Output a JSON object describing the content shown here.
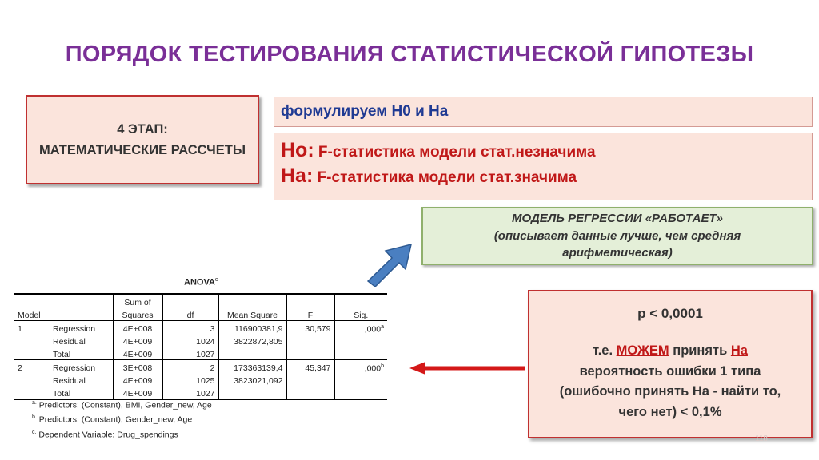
{
  "slide_title": "ПОРЯДОК ТЕСТИРОВАНИЯ СТАТИСТИЧЕСКОЙ ГИПОТЕЗЫ",
  "stage": {
    "line1": "4 ЭТАП:",
    "line2": "МАТЕМАТИЧЕСКИЕ РАССЧЕТЫ"
  },
  "formulate": "формулируем Н0 и На",
  "hypotheses": {
    "h0_label": "Но:",
    "h0_text": " F-статистика модели стат.незначима",
    "h1_label": "На:",
    "h1_text": " F-статистика модели стат.значима"
  },
  "model_box": {
    "line1": "МОДЕЛЬ РЕГРЕССИИ «РАБОТАЕТ»",
    "line2": "(описывает данные лучше, чем средняя",
    "line3": "арифметическая)"
  },
  "result": {
    "p_value": "p < 0,0001",
    "t1_a": "т.е. ",
    "t1_b": "МОЖЕМ",
    "t1_c": " принять ",
    "t1_d": "На",
    "line2": "вероятность ошибки 1 типа",
    "line3": "(ошибочно принять На - найти то,",
    "line4": "чего нет) < 0,1%"
  },
  "anova": {
    "title": "ANOVA",
    "title_sup": "c",
    "headers": {
      "model": "Model",
      "ss1": "Sum of",
      "ss2": "Squares",
      "df": "df",
      "ms": "Mean Square",
      "f": "F",
      "sig": "Sig."
    },
    "m1": {
      "num": "1",
      "rows": [
        {
          "source": "Regression",
          "ss": "4E+008",
          "df": "3",
          "ms": "116900381,9",
          "f": "30,579",
          "sig": ",000",
          "sup": "a"
        },
        {
          "source": "Residual",
          "ss": "4E+009",
          "df": "1024",
          "ms": "3822872,805",
          "f": "",
          "sig": "",
          "sup": ""
        },
        {
          "source": "Total",
          "ss": "4E+009",
          "df": "1027",
          "ms": "",
          "f": "",
          "sig": "",
          "sup": ""
        }
      ]
    },
    "m2": {
      "num": "2",
      "rows": [
        {
          "source": "Regression",
          "ss": "3E+008",
          "df": "2",
          "ms": "173363139,4",
          "f": "45,347",
          "sig": ",000",
          "sup": "b"
        },
        {
          "source": "Residual",
          "ss": "4E+009",
          "df": "1025",
          "ms": "3823021,092",
          "f": "",
          "sig": "",
          "sup": ""
        },
        {
          "source": "Total",
          "ss": "4E+009",
          "df": "1027",
          "ms": "",
          "f": "",
          "sig": "",
          "sup": ""
        }
      ]
    },
    "footnotes": [
      {
        "mark": "a.",
        "text": " Predictors: (Constant), BMI, Gender_new, Age"
      },
      {
        "mark": "b.",
        "text": " Predictors: (Constant), Gender_new, Age"
      },
      {
        "mark": "c.",
        "text": " Dependent Variable: Drug_spendings"
      }
    ]
  },
  "page_number": "118",
  "colors": {
    "title": "#7a2f97",
    "accent_red": "#c01818",
    "box_pink": "#fbe4dc",
    "box_green": "#e4efd8",
    "arrow_blue": "#4a7fc1"
  }
}
